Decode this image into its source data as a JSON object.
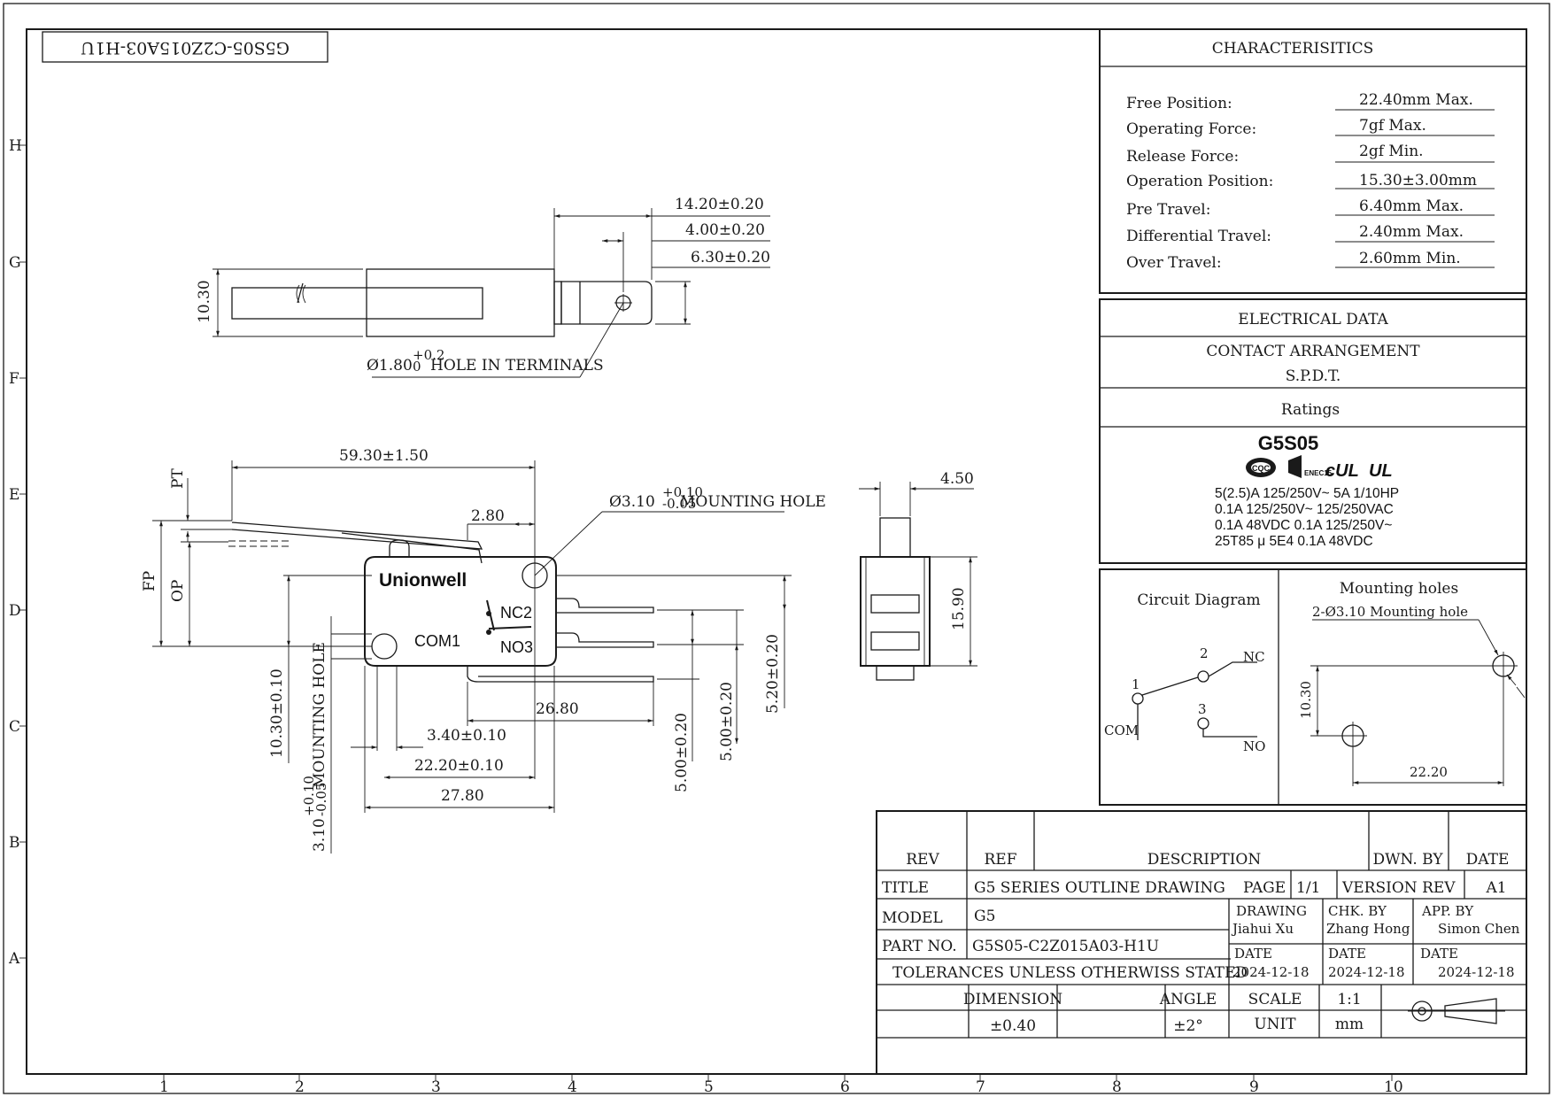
{
  "title_block_mirror": "G5S05-C2Z015A03-H1U",
  "grid": {
    "rows": [
      "H",
      "G",
      "F",
      "E",
      "D",
      "C",
      "B",
      "A"
    ],
    "cols": [
      "1",
      "2",
      "3",
      "4",
      "5",
      "6",
      "7",
      "8",
      "9",
      "10"
    ]
  },
  "characteristics": {
    "header": "CHARACTERISITICS",
    "rows": [
      {
        "label": "Free Position:",
        "value": "22.40mm Max."
      },
      {
        "label": "Operating Force:",
        "value": "7gf Max."
      },
      {
        "label": "Release Force:",
        "value": "2gf Min."
      },
      {
        "label": "Operation Position:",
        "value": "15.30±3.00mm"
      },
      {
        "label": "Pre Travel:",
        "value": "6.40mm Max."
      },
      {
        "label": "Differential Travel:",
        "value": "2.40mm Max."
      },
      {
        "label": "Over Travel:",
        "value": "2.60mm Min."
      }
    ]
  },
  "electrical": {
    "header": "ELECTRICAL DATA",
    "contact_header": "CONTACT ARRANGEMENT",
    "contact_value": "S.P.D.T.",
    "ratings_header": "Ratings",
    "model": "G5S05",
    "cert_marks": [
      "CQC",
      "ENEC15",
      "cUL",
      "UL"
    ],
    "lines": [
      "5(2.5)A 125/250V~   5A 1/10HP",
      "0.1A 125/250V~   125/250VAC",
      "0.1A 48VDC     0.1A 125/250V~",
      "25T85 μ 5E4    0.1A 48VDC"
    ]
  },
  "circuit": {
    "title": "Circuit Diagram",
    "pin1": "1",
    "pin2": "2",
    "pin3": "3",
    "com": "COM",
    "nc": "NC",
    "no": "NO"
  },
  "mounting": {
    "title": "Mounting holes",
    "note": "2-Ø3.10 Mounting hole",
    "dim_v": "10.30",
    "dim_h": "22.20"
  },
  "top_view": {
    "d1": "14.20±0.20",
    "d2": "4.00±0.20",
    "d3": "6.30±0.20",
    "height": "10.30",
    "hole_dia": "Ø1.80",
    "hole_tol_up": "+0.2",
    "hole_tol_dn": "0",
    "hole_label": "HOLE IN TERMINALS"
  },
  "front_view": {
    "lever_len": "59.30±1.50",
    "pt": "PT",
    "fp": "FP",
    "op": "OP",
    "d280": "2.80",
    "mount_dia": "Ø3.10",
    "mount_tol_up": "+0.10",
    "mount_tol_dn": "-0.05",
    "mount_label": "MOUNTING HOLE",
    "brand": "Unionwell",
    "nc": "NC2",
    "com": "COM1",
    "no": "NO3",
    "v1030": "10.30±0.10",
    "mh_dia": "3.10",
    "mh_tol_up": "+0.10",
    "mh_tol_dn": "-0.05",
    "mh_label": "MOUNTING HOLE",
    "d340": "3.40±0.10",
    "d2220": "22.20±0.10",
    "d2780": "27.80",
    "d2680": "26.80",
    "v500a": "5.00±0.20",
    "v500b": "5.00±0.20",
    "v520": "5.20±0.20"
  },
  "side_view": {
    "width": "4.50",
    "height": "15.90"
  },
  "titleblock": {
    "rev": "REV",
    "ref": "REF",
    "description": "DESCRIPTION",
    "dwn_by": "DWN. BY",
    "date_h": "DATE",
    "title_label": "TITLE",
    "title_value": "G5 SERIES OUTLINE DRAWING",
    "page_label": "PAGE",
    "page_value": "1/1",
    "version_label": "VERSION REV",
    "version_value": "A1",
    "model_label": "MODEL",
    "model_value": "G5",
    "drawing_label": "DRAWING",
    "drawing_name": "Jiahui Xu",
    "chk_label": "CHK. BY",
    "chk_name": "Zhang Hong",
    "app_label": "APP. BY",
    "app_name": "Simon Chen",
    "partno_label": "PART NO.",
    "partno_value": "G5S05-C2Z015A03-H1U",
    "date1_label": "DATE",
    "date1": "2024-12-18",
    "date2_label": "DATE",
    "date2": "2024-12-18",
    "date3_label": "DATE",
    "date3": "2024-12-18",
    "tolerance": "TOLERANCES UNLESS OTHERWISS STATED",
    "dimension_label": "DIMENSION",
    "dimension_value": "±0.40",
    "angle_label": "ANGLE",
    "angle_value": "±2°",
    "scale_label": "SCALE",
    "scale_value": "1:1",
    "unit_label": "UNIT",
    "unit_value": "mm"
  }
}
